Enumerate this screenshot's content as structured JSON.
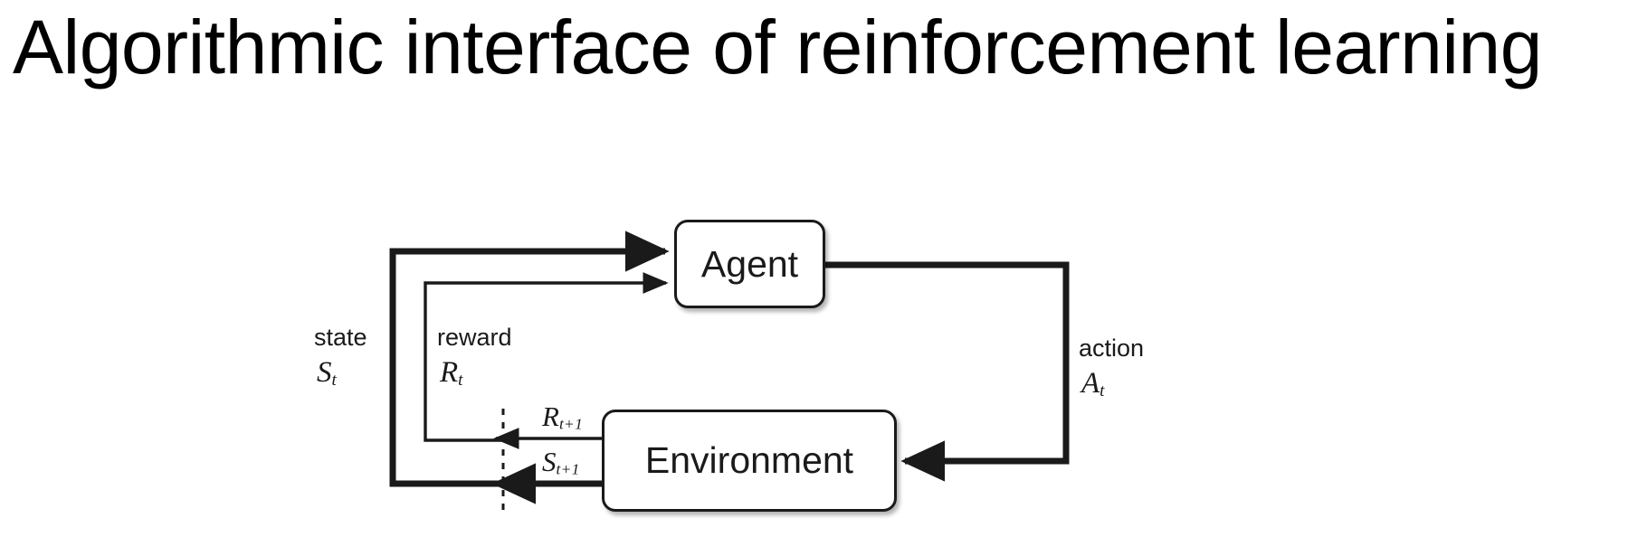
{
  "slide": {
    "title": "Algorithmic interface of reinforcement learning",
    "background_color": "#ffffff",
    "ink_color": "#1a1a1a"
  },
  "diagram": {
    "type": "reinforcement-learning-agent-environment-loop",
    "nodes": [
      {
        "id": "agent",
        "label": "Agent"
      },
      {
        "id": "environment",
        "label": "Environment"
      }
    ],
    "edges": [
      {
        "id": "state-to-agent",
        "from": "environment",
        "to": "agent",
        "word": "state",
        "symbol": "S",
        "subscript": "t",
        "style": "thick"
      },
      {
        "id": "reward-to-agent",
        "from": "environment",
        "to": "agent",
        "word": "reward",
        "symbol": "R",
        "subscript": "t",
        "style": "thin"
      },
      {
        "id": "action-to-environment",
        "from": "agent",
        "to": "environment",
        "word": "action",
        "symbol": "A",
        "subscript": "t",
        "style": "thick"
      },
      {
        "id": "reward-next-from-environment",
        "from": "environment",
        "to": "time-boundary",
        "symbol": "R",
        "subscript": "t+1",
        "style": "thin"
      },
      {
        "id": "state-next-from-environment",
        "from": "environment",
        "to": "time-boundary",
        "symbol": "S",
        "subscript": "t+1",
        "style": "thick"
      }
    ],
    "time_boundary": {
      "id": "time-step-divider",
      "style": "dashed-vertical"
    }
  },
  "labels": {
    "state_word": "state",
    "state_symbol": "S",
    "state_subscript": "t",
    "reward_word": "reward",
    "reward_symbol": "R",
    "reward_subscript": "t",
    "action_word": "action",
    "action_symbol": "A",
    "action_subscript": "t",
    "reward_next_symbol": "R",
    "reward_next_subscript": "t+1",
    "state_next_symbol": "S",
    "state_next_subscript": "t+1"
  }
}
